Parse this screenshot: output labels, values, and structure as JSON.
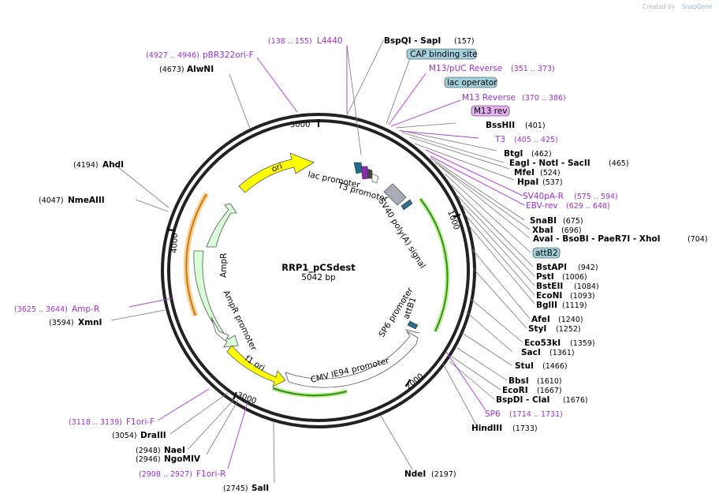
{
  "watermark": {
    "prefix": "Created by",
    "brand": "SnapGene"
  },
  "plasmid": {
    "name": "RRP1_pCSdest",
    "length": "5042 bp"
  },
  "ticks": {
    "1000": "1000",
    "2000": "2000",
    "3000": "3000",
    "4000": "4000",
    "5000": "5000"
  },
  "features": {
    "ori": "ori",
    "AmpR": "AmpR",
    "AmpR_promoter": "AmpR promoter",
    "f1_ori": "f1 ori",
    "CMV_IE94_promoter": "CMV IE94 promoter",
    "SV40_polyA_signal": "SV40 poly(A) signal",
    "SP6_promoter": "SP6 promoter",
    "attB1": "attB1",
    "lac_promoter": "lac promoter",
    "T3_promoter": "T3 promoter"
  },
  "boxes": {
    "cap": "CAP binding site",
    "lac": "lac operator",
    "m13rev": "M13 rev",
    "attB2": "attB2"
  },
  "labels": [
    {
      "name": "L4440",
      "pos": "(138 .. 155)"
    },
    {
      "name": "BspQI  - SapI",
      "pos": "(157)"
    },
    {
      "name": "pBR322ori-F",
      "pos": "(4927 .. 4946)"
    },
    {
      "name": "AlwNI",
      "pos": "(4673)"
    },
    {
      "name": "M13/pUC Reverse",
      "pos": "(351 .. 373)"
    },
    {
      "name": "M13 Reverse",
      "pos": "(370 .. 386)"
    },
    {
      "name": "BssHII",
      "pos": "(401)"
    },
    {
      "name": "T3",
      "pos": "(405 .. 425)"
    },
    {
      "name": "BtgI",
      "pos": "(462)"
    },
    {
      "name": "EagI  - NotI  - SacII",
      "pos": "(465)"
    },
    {
      "name": "MfeI",
      "pos": "(524)"
    },
    {
      "name": "HpaI",
      "pos": "(537)"
    },
    {
      "name": "SV40pA-R",
      "pos": "(575 .. 594)"
    },
    {
      "name": "EBV-rev",
      "pos": "(629 .. 648)"
    },
    {
      "name": "SnaBI",
      "pos": "(675)"
    },
    {
      "name": "XbaI",
      "pos": "(696)"
    },
    {
      "name": "AvaI  - BsoBI  - PaeR7I  - XhoI",
      "pos": "(704)"
    },
    {
      "name": "BstAPI",
      "pos": "(942)"
    },
    {
      "name": "PstI",
      "pos": "(1006)"
    },
    {
      "name": "BstEII",
      "pos": "(1084)"
    },
    {
      "name": "EcoNI",
      "pos": "(1093)"
    },
    {
      "name": "BglII",
      "pos": "(1119)"
    },
    {
      "name": "AfeI",
      "pos": "(1240)"
    },
    {
      "name": "StyI",
      "pos": "(1252)"
    },
    {
      "name": "Eco53kI",
      "pos": "(1359)"
    },
    {
      "name": "SacI",
      "pos": "(1361)"
    },
    {
      "name": "StuI",
      "pos": "(1466)"
    },
    {
      "name": "BbsI",
      "pos": "(1610)"
    },
    {
      "name": "EcoRI",
      "pos": "(1667)"
    },
    {
      "name": "BspDI  - ClaI",
      "pos": "(1676)"
    },
    {
      "name": "SP6",
      "pos": "(1714 .. 1731)"
    },
    {
      "name": "HindIII",
      "pos": "(1733)"
    },
    {
      "name": "NdeI",
      "pos": "(2197)"
    },
    {
      "name": "AhdI",
      "pos": "(4194)"
    },
    {
      "name": "NmeAIII",
      "pos": "(4047)"
    },
    {
      "name": "Amp-R",
      "pos": "(3625 .. 3644)"
    },
    {
      "name": "XmnI",
      "pos": "(3594)"
    },
    {
      "name": "F1ori-F",
      "pos": "(3118 .. 3139)"
    },
    {
      "name": "DraIII",
      "pos": "(3054)"
    },
    {
      "name": "NaeI",
      "pos": "(2948)"
    },
    {
      "name": "NgoMIV",
      "pos": "(2946)"
    },
    {
      "name": "F1ori-R",
      "pos": "(2908 .. 2927)"
    },
    {
      "name": "SalI",
      "pos": "(2745)"
    }
  ]
}
